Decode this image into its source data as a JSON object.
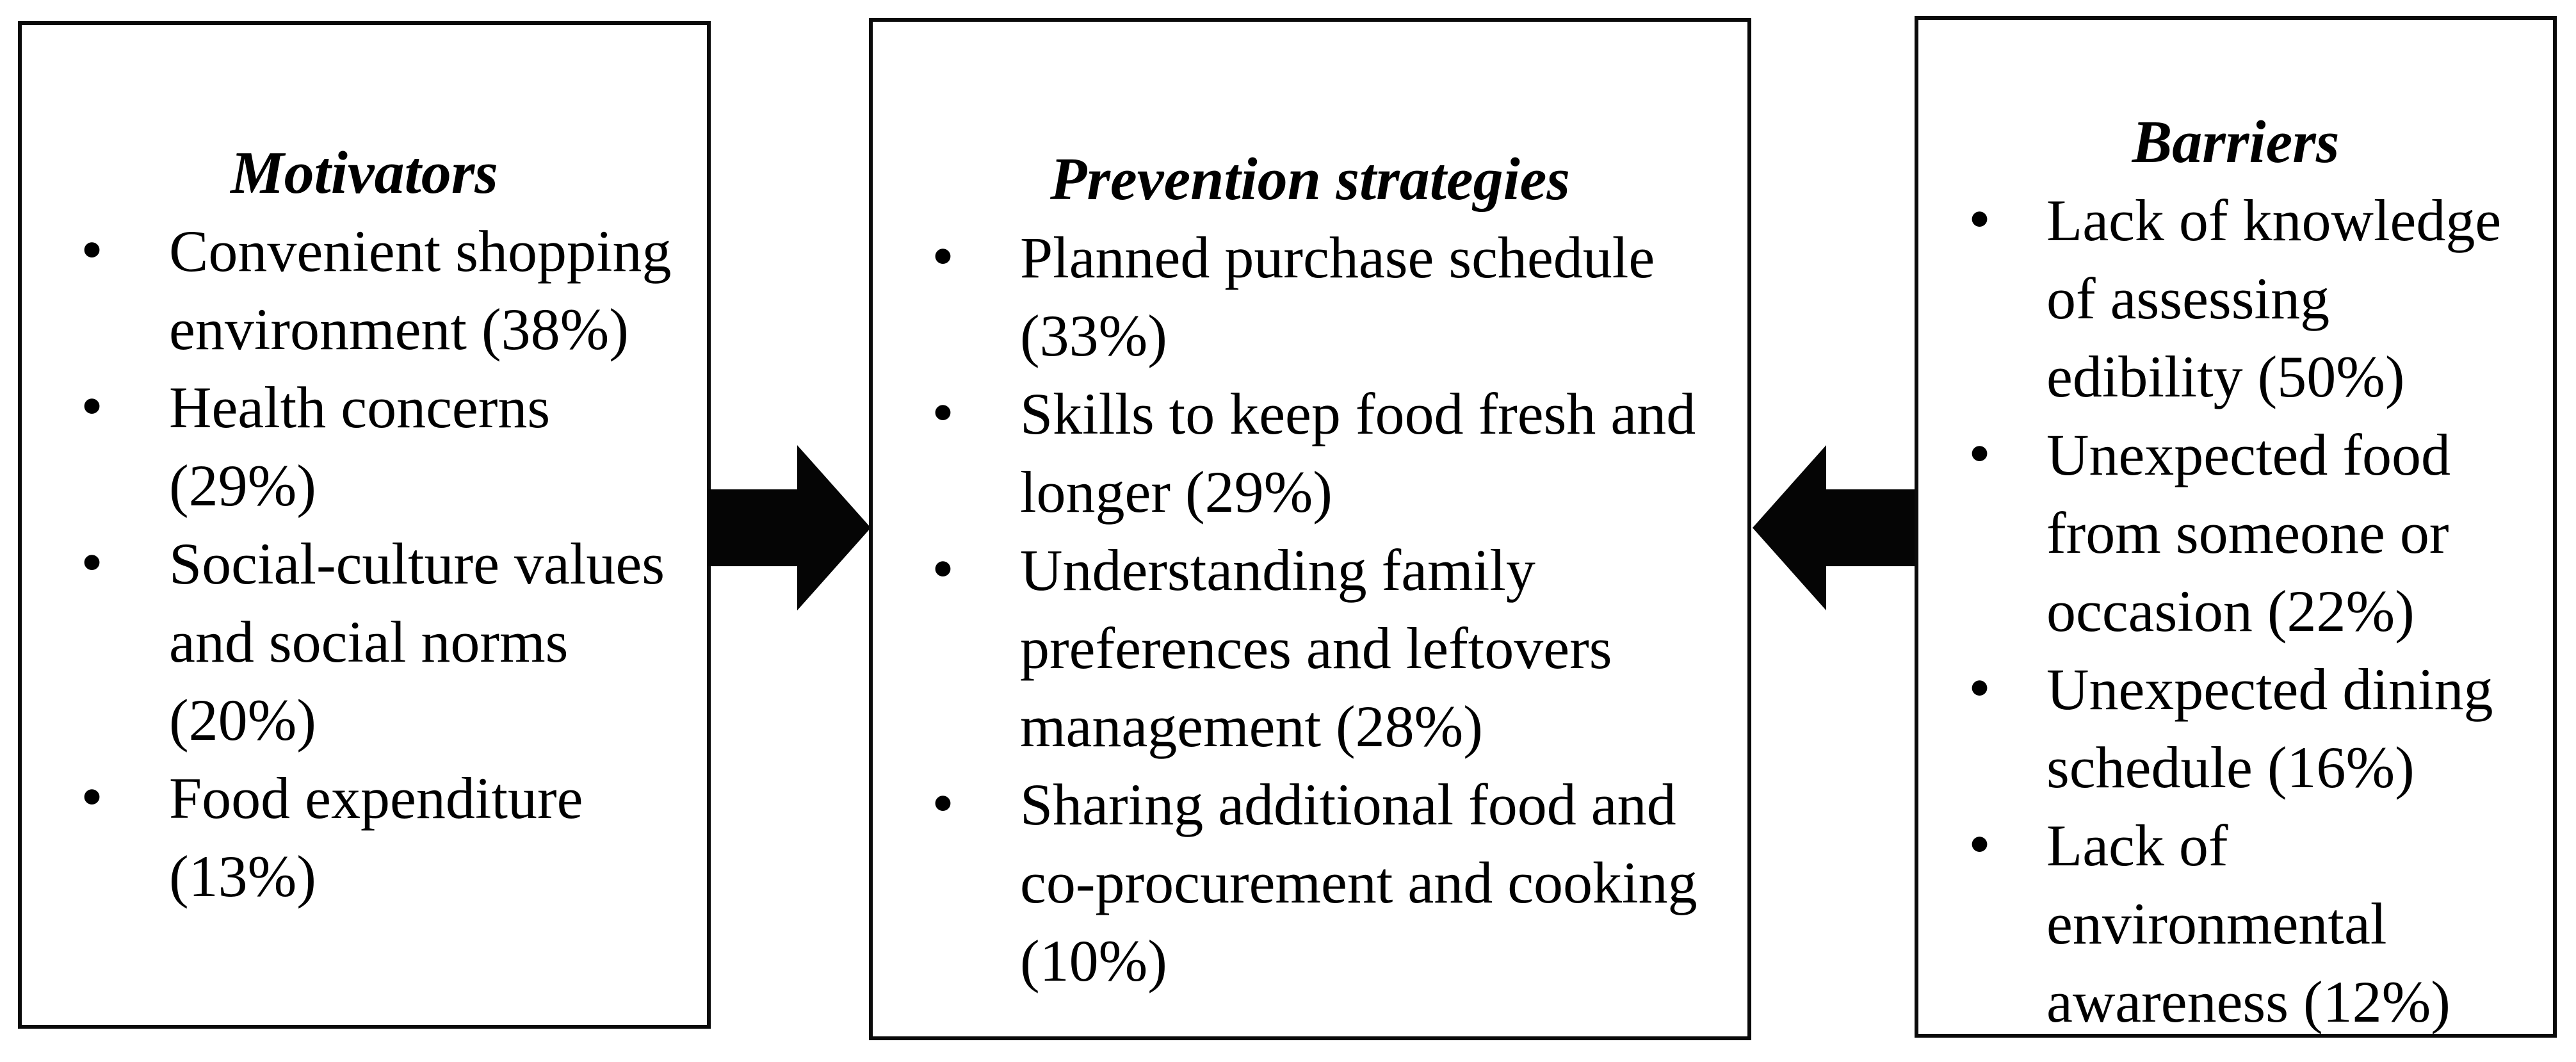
{
  "figure": {
    "background_color": "#ffffff",
    "border_color": "#0a0a0a",
    "arrow_color": "#050505",
    "text_color": "#000000",
    "bullet_char": "•",
    "boxes": [
      {
        "id": "motivators",
        "title": "Motivators",
        "items": [
          "Convenient shopping environment (38%)",
          "Health concerns (29%)",
          "Social-culture values and social norms (20%)",
          "Food expenditure (13%)"
        ]
      },
      {
        "id": "prevention-strategies",
        "title": "Prevention strategies",
        "items": [
          "Planned purchase schedule (33%)",
          "Skills to keep food fresh and longer (29%)",
          "Understanding family preferences and leftovers management (28%)",
          "Sharing additional food and co-procurement and cooking (10%)"
        ]
      },
      {
        "id": "barriers",
        "title": "Barriers",
        "items": [
          "Lack of knowledge of assessing edibility (50%)",
          "Unexpected food from someone or occasion (22%)",
          "Unexpected dining schedule (16%)",
          "Lack of environmental awareness (12%)"
        ]
      }
    ],
    "arrows": [
      {
        "id": "motivators-to-prevention",
        "direction": "right"
      },
      {
        "id": "barriers-to-prevention",
        "direction": "left"
      }
    ]
  }
}
